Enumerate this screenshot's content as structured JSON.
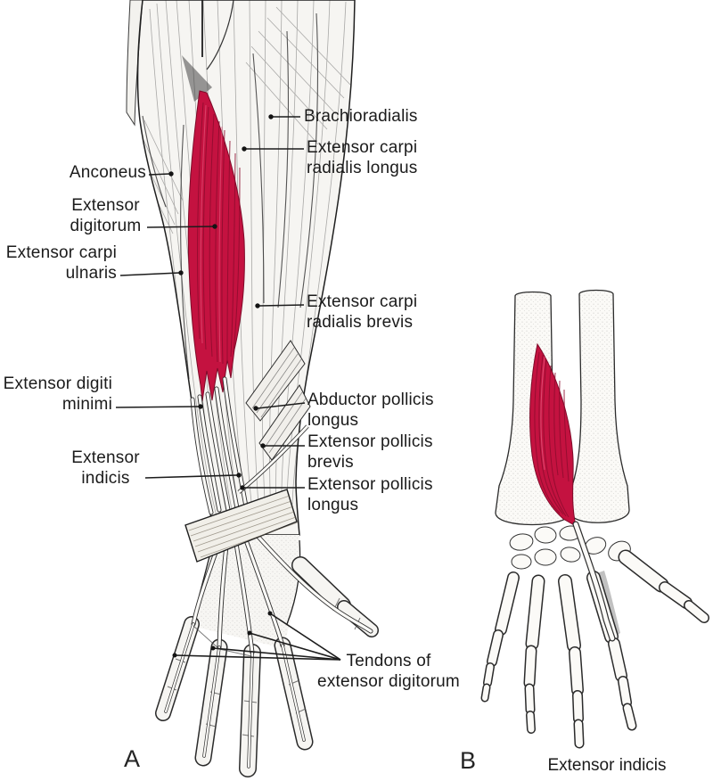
{
  "figure": {
    "background": "#ffffff",
    "ink_color": "#1c1c1c",
    "highlight_color": "#c41240",
    "highlight_dark": "#8e0c2e"
  },
  "panelA": {
    "letter": "A",
    "labels": [
      {
        "id": "brachioradialis",
        "text": "Brachioradialis"
      },
      {
        "id": "extensor-carpi-radialis-longus",
        "text": "Extensor carpi\nradialis longus"
      },
      {
        "id": "anconeus",
        "text": "Anconeus"
      },
      {
        "id": "extensor-digitorum",
        "text": "Extensor\ndigitorum"
      },
      {
        "id": "extensor-carpi-ulnaris",
        "text": "Extensor carpi\nulnaris"
      },
      {
        "id": "extensor-carpi-radialis-brevis",
        "text": "Extensor carpi\nradialis brevis"
      },
      {
        "id": "extensor-digiti-minimi",
        "text": "Extensor digiti\nminimi"
      },
      {
        "id": "abductor-pollicis-longus",
        "text": "Abductor pollicis\nlongus"
      },
      {
        "id": "extensor-pollicis-brevis",
        "text": "Extensor pollicis\nbrevis"
      },
      {
        "id": "extensor-indicis",
        "text": "Extensor\nindicis"
      },
      {
        "id": "extensor-pollicis-longus",
        "text": "Extensor pollicis\nlongus"
      },
      {
        "id": "tendons-of-extensor-digitorum",
        "text": "Tendons of\nextensor digitorum"
      }
    ]
  },
  "panelB": {
    "letter": "B",
    "caption": "Extensor indicis"
  }
}
